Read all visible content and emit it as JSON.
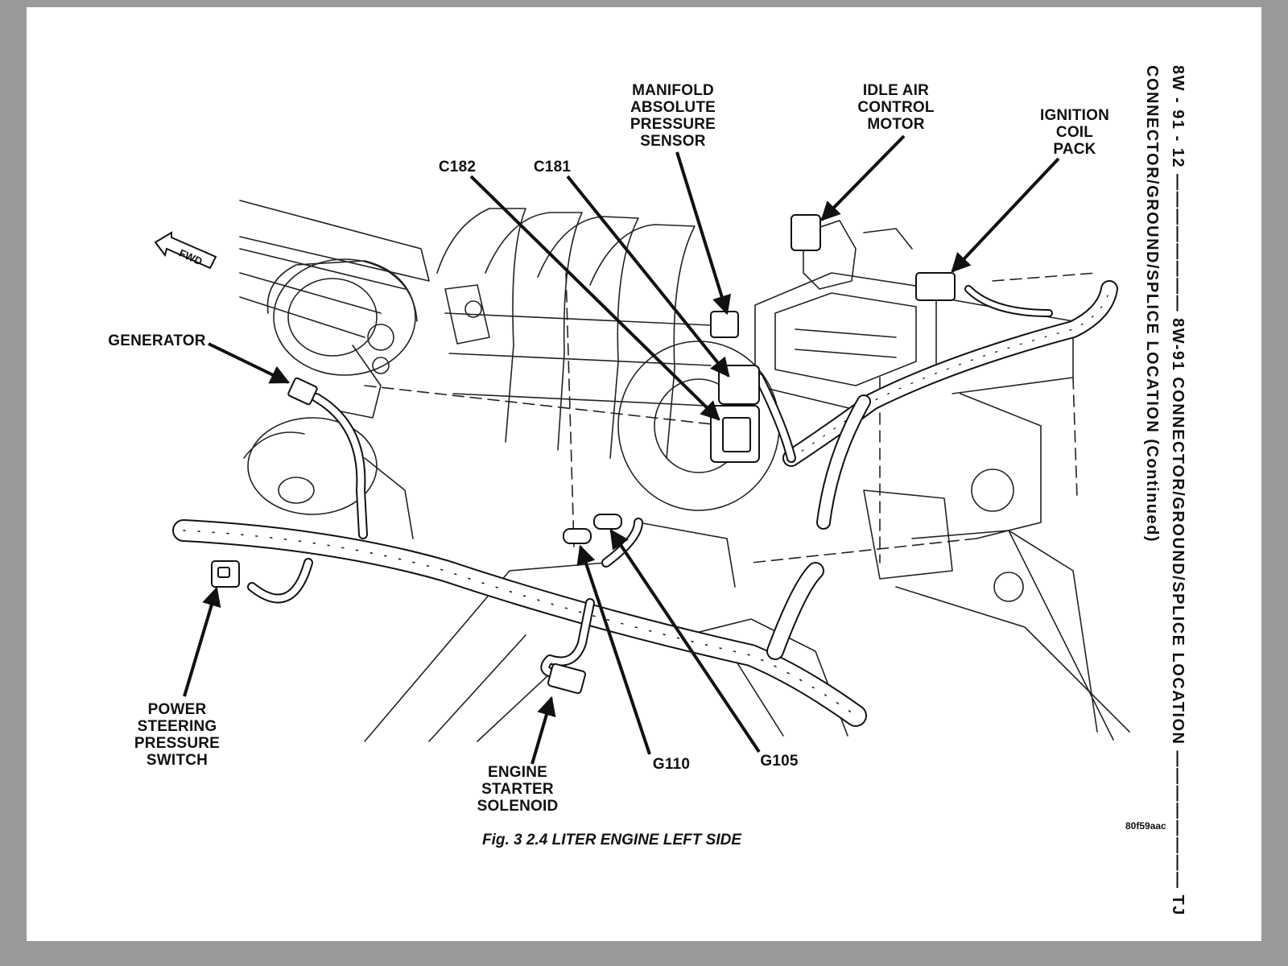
{
  "labels": {
    "manifold_absolute_pressure_sensor": "MANIFOLD\nABSOLUTE\nPRESSURE\nSENSOR",
    "idle_air_control_motor": "IDLE AIR\nCONTROL\nMOTOR",
    "ignition_coil_pack": "IGNITION\nCOIL\nPACK",
    "c182": "C182",
    "c181": "C181",
    "generator": "GENERATOR",
    "power_steering_pressure_switch": "POWER\nSTEERING\nPRESSURE\nSWITCH",
    "engine_starter_solenoid": "ENGINE\nSTARTER\nSOLENOID",
    "g110": "G110",
    "g105": "G105",
    "fwd": "FWD"
  },
  "caption": "Fig. 3 2.4 LITER ENGINE LEFT SIDE",
  "figure_code": "80f59aac",
  "sidebar": {
    "line1": "8W - 91 - 12 ———————— 8W-91 CONNECTOR/GROUND/SPLICE LOCATION ———————— TJ",
    "line2": "CONNECTOR/GROUND/SPLICE LOCATION (Continued)"
  },
  "colors": {
    "ink": "#111111",
    "paper": "#ffffff",
    "frame": "#9a9a9a"
  }
}
